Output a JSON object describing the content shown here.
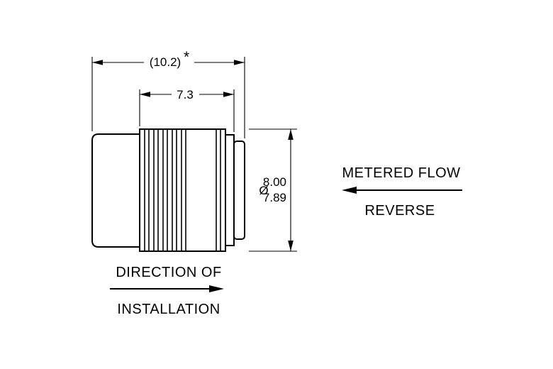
{
  "drawing": {
    "dimensions": {
      "overall_length": "(10.2)",
      "overall_length_flag": "*",
      "insertion_length": "7.3",
      "diameter_symbol": "Ø",
      "diameter_max": "8.00",
      "diameter_min": "7.89"
    },
    "annotations": {
      "metered_flow": "METERED FLOW",
      "reverse": "REVERSE",
      "installation_line1": "DIRECTION OF",
      "installation_line2": "INSTALLATION"
    }
  },
  "colors": {
    "line": "#000000",
    "background": "#ffffff"
  }
}
